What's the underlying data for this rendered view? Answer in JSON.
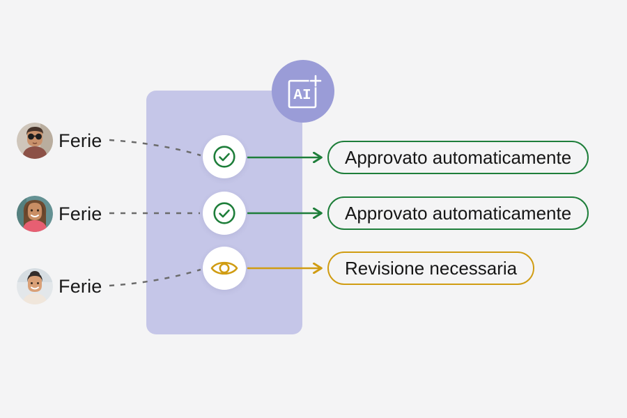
{
  "page": {
    "background": "#f4f4f5"
  },
  "ai_badge": {
    "label": "AI",
    "icon": "ai-plus-icon",
    "background": "#9a9cd7"
  },
  "panel": {
    "background": "#c5c6e8"
  },
  "colors": {
    "approved_green": "#1e7e3a",
    "review_amber": "#d09c12",
    "connector_gray": "#6b6b6b",
    "text": "#161616",
    "circle_white": "#ffffff"
  },
  "rows": [
    {
      "avatar": "man-with-sunglasses",
      "request": "Ferie",
      "status": "approved",
      "icon": "check-circle-icon",
      "result": "Approvato automaticamente"
    },
    {
      "avatar": "smiling-woman",
      "request": "Ferie",
      "status": "approved",
      "icon": "check-circle-icon",
      "result": "Approvato automaticamente"
    },
    {
      "avatar": "woman-dark-hair",
      "request": "Ferie",
      "status": "needs-review",
      "icon": "eye-icon",
      "result": "Revisione necessaria"
    }
  ]
}
